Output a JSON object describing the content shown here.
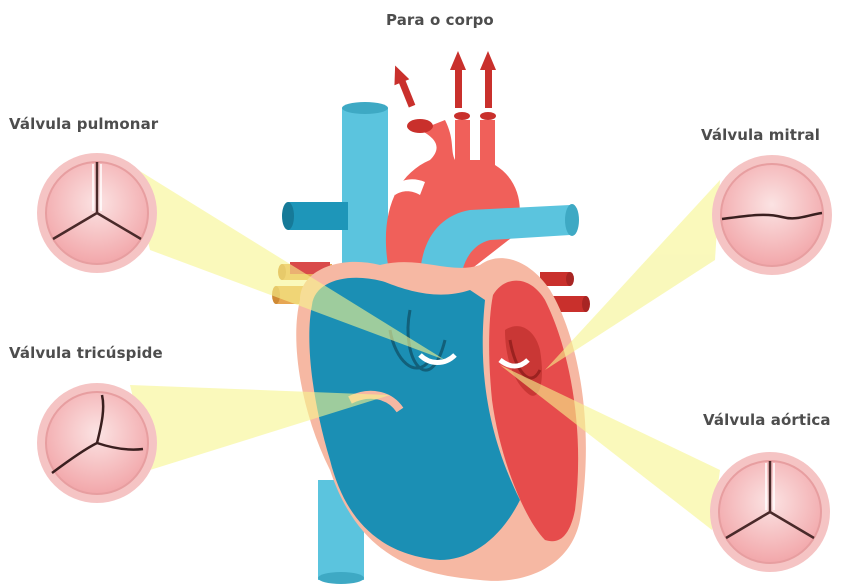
{
  "labels": {
    "body": "Para o corpo",
    "pulmonary_valve": "Válvula pulmonar",
    "tricuspid_valve": "Válvula tricúspide",
    "mitral_valve": "Válvula mitral",
    "aortic_valve": "Válvula aórtica"
  },
  "colors": {
    "deoxygenated": "#1b8fb4",
    "oxygenated": "#e64c4c",
    "vessel_blue": "#5bc4de",
    "heart_wall": "#f6b8a3",
    "highlight": "#f6f58e",
    "valve_pink": "#f4b3b5"
  }
}
